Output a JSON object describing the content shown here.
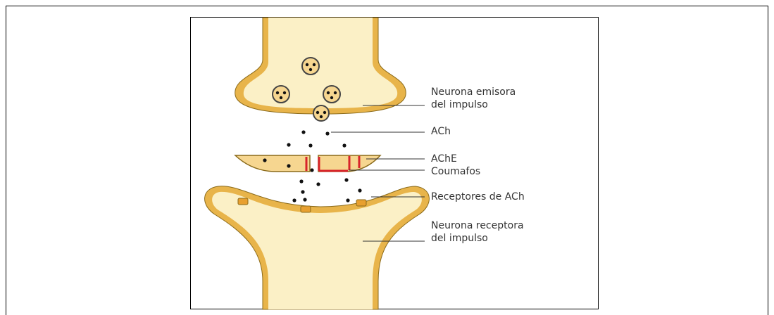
{
  "labels": {
    "sender_neuron_line1": "Neurona emisora",
    "sender_neuron_line2": "del impulso",
    "ach": "ACh",
    "ache": "AChE",
    "coumafos": "Coumafos",
    "receptors": "Receptores de ACh",
    "receiver_neuron_line1": "Neurona receptora",
    "receiver_neuron_line2": "del impulso"
  },
  "colors": {
    "membrane": "#e8b44a",
    "cytoplasm": "#fbf0c6",
    "enzyme": "#f6d690",
    "coumafos": "#d8242a",
    "neurotransmitter": "#111111"
  }
}
